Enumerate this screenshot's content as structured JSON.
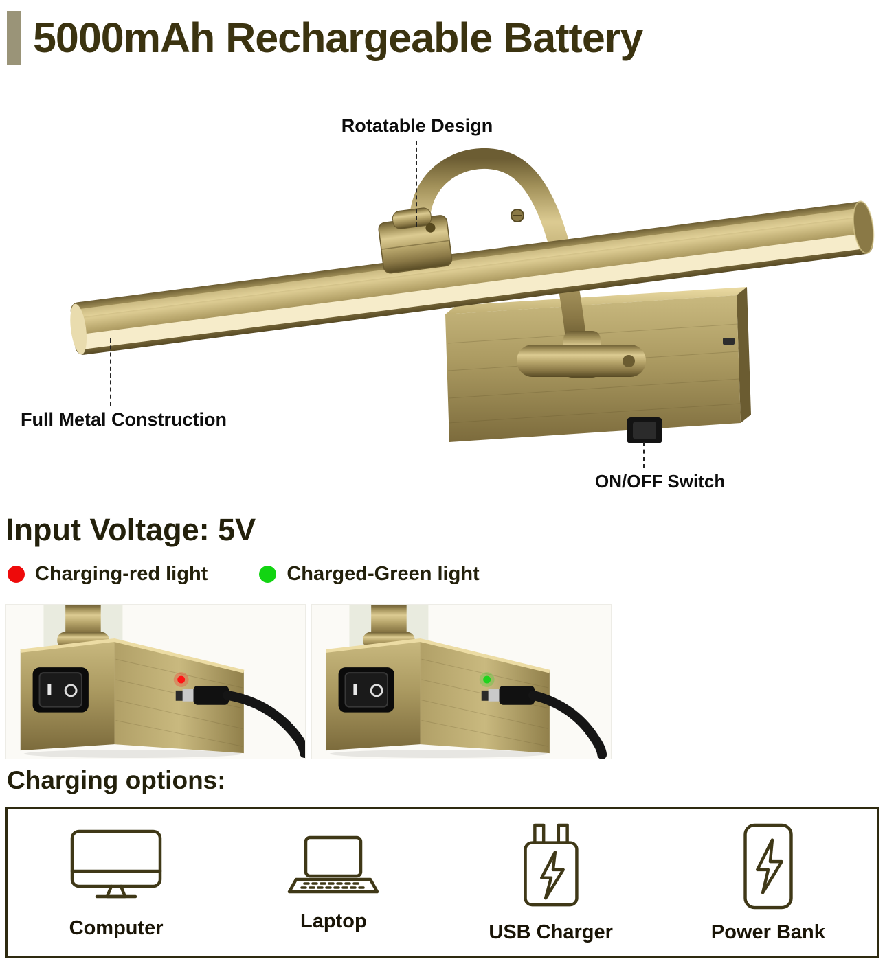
{
  "header": {
    "title": "5000mAh Rechargeable Battery"
  },
  "product": {
    "annotations": {
      "rotatable_design": "Rotatable Design",
      "full_metal_construction": "Full Metal Construction",
      "on_off_switch": "ON/OFF Switch"
    }
  },
  "voltage": {
    "heading": "Input Voltage: 5V",
    "indicators": [
      {
        "label": "Charging-red light",
        "color": "#ee0a0a"
      },
      {
        "label": "Charged-Green light",
        "color": "#12d412"
      }
    ]
  },
  "photos": [
    {
      "name": "charging-red-light-photo",
      "led_color": "#ff1414"
    },
    {
      "name": "charged-green-light-photo",
      "led_color": "#1ed41e"
    }
  ],
  "charging_options": {
    "heading": "Charging options:",
    "options": [
      {
        "label": "Computer",
        "icon": "computer-icon"
      },
      {
        "label": "Laptop",
        "icon": "laptop-icon"
      },
      {
        "label": "USB Charger",
        "icon": "usb-charger-icon"
      },
      {
        "label": "Power Bank",
        "icon": "power-bank-icon"
      }
    ]
  },
  "colors": {
    "accent_bar": "#9a9478",
    "heading_text": "#3b3310",
    "annotation_text": "#0d0d0d",
    "brass": "#b3a266",
    "icon_stroke": "#3f3817",
    "options_border": "#2e2a10"
  }
}
